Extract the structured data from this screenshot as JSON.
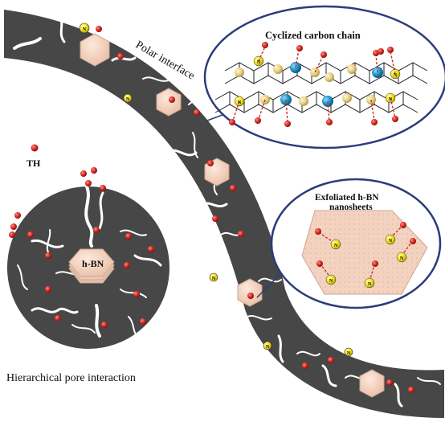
{
  "labels": {
    "polar_interface": "Polar interface",
    "cyclized_carbon_chain": "Cyclized carbon chain",
    "th": "TH",
    "exfoliated_line1": "Exfoliated h-BN",
    "exfoliated_line2": "nanosheets",
    "hbn": "h-BN",
    "hierarchical": "Hierarchical pore interaction",
    "n_atom": "N"
  },
  "colors": {
    "band": "#474747",
    "fiber": "#ffffff",
    "bn_fill": "#f3d3c0",
    "bn_stroke": "#c9a592",
    "oxygen": "#d12a22",
    "nitrogen": "#f2e21c",
    "carbon": "#e6d088",
    "cobalt_blue": "#1d8fc4",
    "outline": "#2c3c7a"
  }
}
